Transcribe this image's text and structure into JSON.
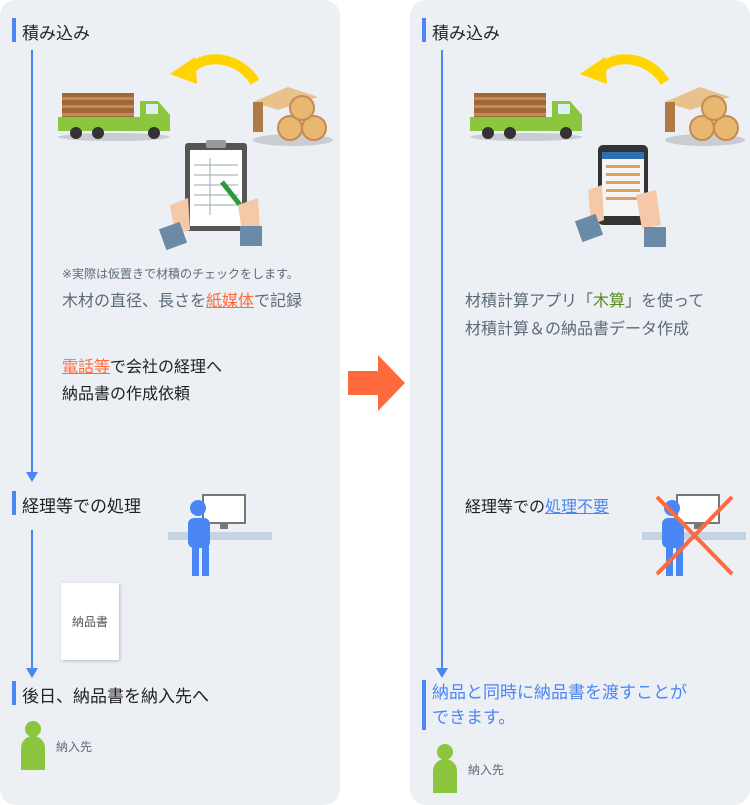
{
  "left": {
    "step1_title": "積み込み",
    "note": "※実際は仮置きで材積のチェックをします。",
    "record_pre": "木材の直径、長さを",
    "record_highlight": "紙媒体",
    "record_post": "で記録",
    "phone_highlight": "電話等",
    "phone_post": "で会社の経理へ",
    "phone_line2": "納品書の作成依頼",
    "step2_title": "経理等での処理",
    "document_label": "納品書",
    "step3_title": "後日、納品書を納入先へ",
    "recipient_label": "納入先"
  },
  "right": {
    "step1_title": "積み込み",
    "app_pre": "材積計算アプリ「",
    "app_name": "木算",
    "app_post": "」を使って",
    "app_line2": "材積計算＆の納品書データ作成",
    "step2_pre": "経理等での",
    "step2_highlight": "処理不要",
    "step3_line1": "納品と同時に納品書を渡すことが",
    "step3_line2": "できます。",
    "recipient_label": "納入先"
  },
  "colors": {
    "accent": "#4a86f5",
    "highlight": "#ff6a3d",
    "app_green": "#5a8a1e",
    "panel": "#eceff3"
  }
}
